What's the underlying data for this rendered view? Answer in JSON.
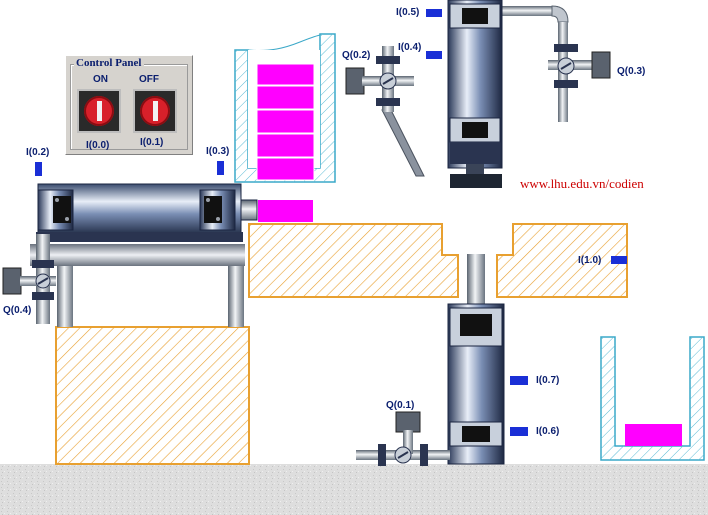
{
  "control_panel": {
    "title": "Control Panel",
    "on_label": "ON",
    "off_label": "OFF",
    "on_address": "I(0.0)",
    "off_address": "I(0.1)"
  },
  "sensors": {
    "i02": "I(0.2)",
    "i03": "I(0.3)",
    "i04": "I(0.4)",
    "i05": "I(0.5)",
    "i06": "I(0.6)",
    "i07": "I(0.7)",
    "i10": "I(1.0)"
  },
  "valves": {
    "q01": "Q(0.1)",
    "q02": "Q(0.2)",
    "q03": "Q(0.3)",
    "q04": "Q(0.4)"
  },
  "website": "www.lhu.edu.vn/codien",
  "colors": {
    "workpiece": "#ff00ff",
    "hatch": "#e8a030",
    "ground": "#dcdcdc",
    "sensor": "#1a2fd6",
    "url_text": "#cc0000",
    "label_text": "#0a1e6e"
  }
}
